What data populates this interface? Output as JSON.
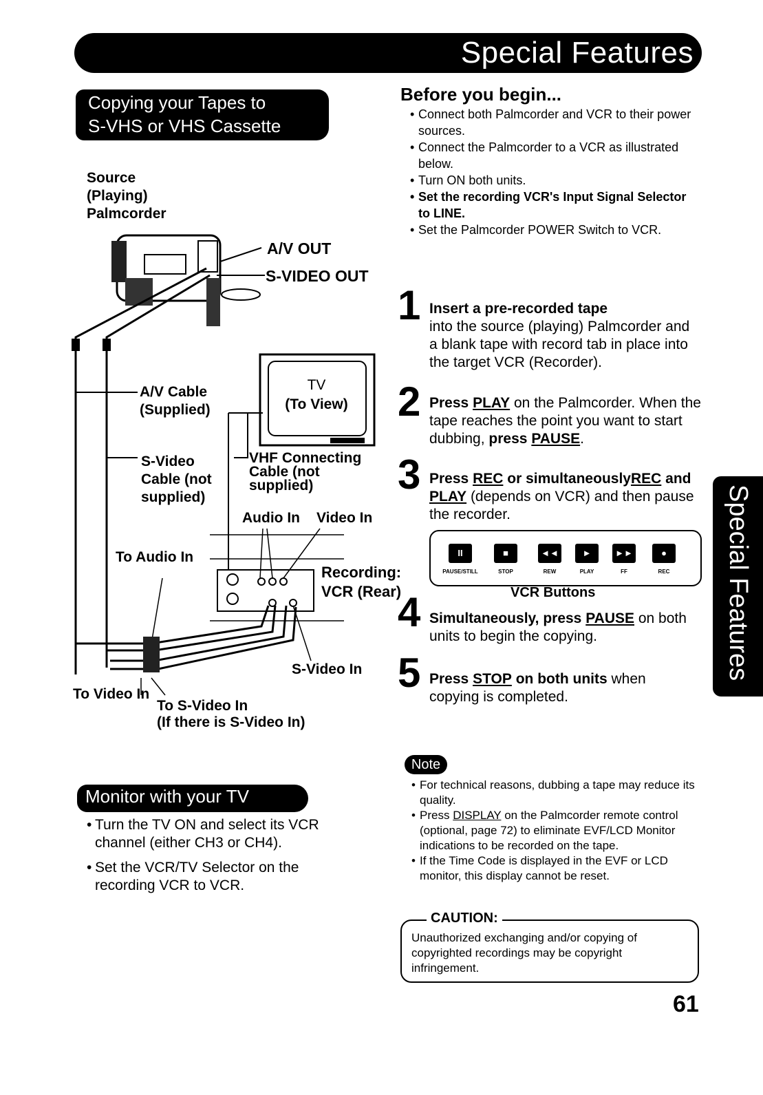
{
  "header": {
    "title": "Special Features"
  },
  "copy_section": {
    "title_line1": "Copying your Tapes to",
    "title_line2": "S-VHS or VHS Cassette"
  },
  "diagram": {
    "source_line1": "Source",
    "source_line2": "(Playing)",
    "source_line3": "Palmcorder",
    "av_out": "A/V OUT",
    "svideo_out": "S-VIDEO OUT",
    "tv_line1": "TV",
    "tv_line2": "(To View)",
    "av_cable_line1": "A/V Cable",
    "av_cable_line2": "(Supplied)",
    "svideo_cable_line1": "S-Video",
    "svideo_cable_line2": "Cable (not",
    "svideo_cable_line3": "supplied)",
    "vhf_line1": "VHF Connecting",
    "vhf_line2": "Cable (not",
    "vhf_line3": "supplied)",
    "audio_in": "Audio In",
    "video_in": "Video In",
    "to_audio_in": "To Audio In",
    "recording_line1": "Recording:",
    "recording_line2": "VCR (Rear)",
    "svideo_in": "S-Video In",
    "to_video_in": "To Video In",
    "to_svideo_in_line1": "To S-Video In",
    "to_svideo_in_line2": "(If there is S-Video In)"
  },
  "before_begin": {
    "title": "Before you begin...",
    "b1": "Connect both Palmcorder and VCR to their power sources.",
    "b2": "Connect the Palmcorder to a VCR as illustrated below.",
    "b3": "Turn ON both units.",
    "b4": "Set the recording VCR's Input Signal Selector to LINE.",
    "b5": "Set the Palmcorder POWER Switch to VCR."
  },
  "steps": [
    {
      "num": "1",
      "bold": "Insert a pre-recorded tape",
      "text": "into the source (playing) Palmcorder and a blank tape with record tab in place into the target VCR (Recorder)."
    },
    {
      "num": "2",
      "press": "Press",
      "play": "PLAY",
      "text1": "on the Palmcorder. When the tape reaches the point you want to start dubbing,",
      "press2": "press",
      "pause": "PAUSE",
      "end": "."
    },
    {
      "num": "3",
      "press": "Press",
      "rec": "REC",
      "mid": "or simultaneously",
      "rec2": "REC",
      "and": "and",
      "play": "PLAY",
      "text": "(depends on VCR) and then pause the recorder."
    },
    {
      "num": "4",
      "bold": "Simultaneously, press",
      "pause": "PAUSE",
      "text": "on both units to begin the copying."
    },
    {
      "num": "5",
      "press": "Press",
      "stop": "STOP",
      "bold2": "on both units",
      "text": "when copying is completed."
    }
  ],
  "vcr_buttons": {
    "caption": "VCR Buttons",
    "buttons": [
      {
        "glyph": "II",
        "label": "PAUSE/STILL"
      },
      {
        "glyph": "■",
        "label": "STOP"
      },
      {
        "glyph": "◄◄",
        "label": "REW"
      },
      {
        "glyph": "►",
        "label": "PLAY"
      },
      {
        "glyph": "►►",
        "label": "FF"
      },
      {
        "glyph": "●",
        "label": "REC"
      }
    ]
  },
  "side_tab": {
    "text": "Special Features"
  },
  "monitor_section": {
    "title": "Monitor with your TV",
    "b1": "Turn the TV ON and select its VCR channel (either CH3 or CH4).",
    "b2": "Set the VCR/TV Selector on the recording VCR to VCR."
  },
  "note": {
    "label": "Note",
    "b1": "For technical reasons, dubbing a tape may reduce its quality.",
    "b2_pre": "Press",
    "b2_link": "DISPLAY",
    "b2_post": "on the Palmcorder remote control (optional, page 72) to eliminate EVF/LCD Monitor indications to be recorded on the tape.",
    "b3": "If the Time Code is displayed in the EVF or LCD monitor, this display cannot be reset."
  },
  "caution": {
    "label": "CAUTION:",
    "text": "Unauthorized exchanging and/or copying of copyrighted recordings may be copyright infringement."
  },
  "page_number": "61"
}
